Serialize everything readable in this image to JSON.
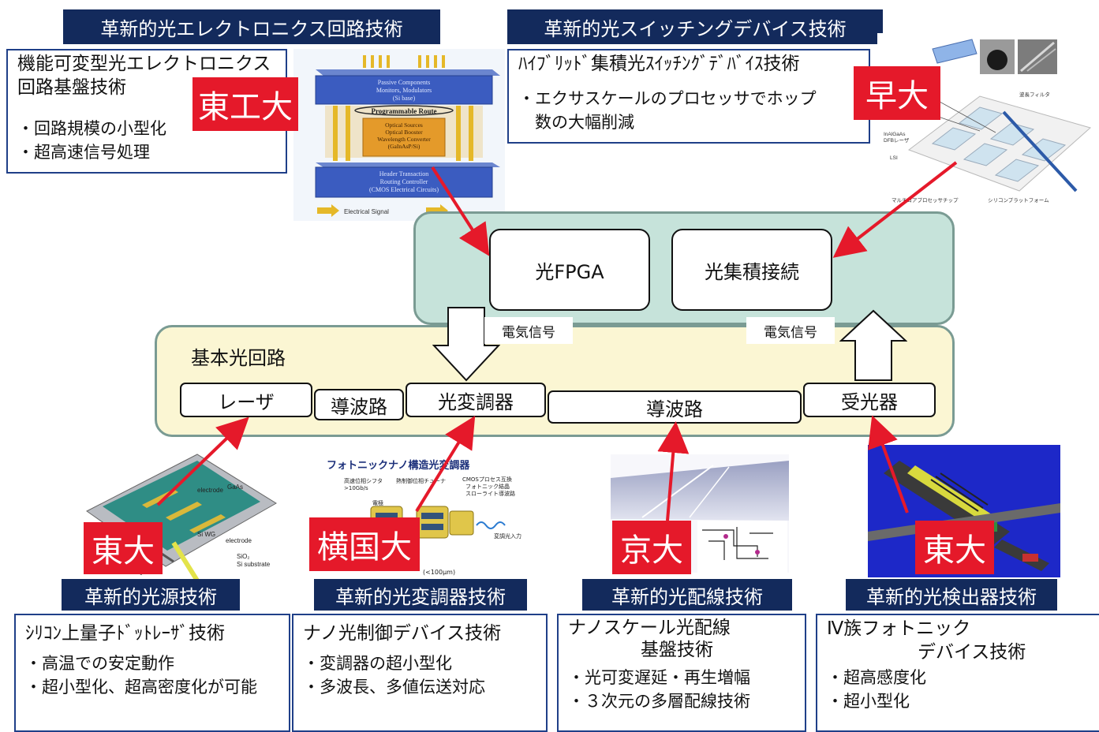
{
  "top_left": {
    "header": "革新的光エレクトロニクス回路技術",
    "title_lines": [
      "機能可変型光エレクトロニクス",
      "回路基盤技術"
    ],
    "bullets": [
      "・回路規模の小型化",
      "・超高速信号処理"
    ],
    "university": "東工大",
    "diagram": {
      "layer_top": [
        "Passive Components",
        "Monitors, Modulators",
        "(Si base)"
      ],
      "route": "Programmable Route",
      "layer_mid": [
        "Optical Sources",
        "Optical Booster",
        "Wavelength Converter",
        "(GaInAsP/Si)"
      ],
      "layer_bottom": [
        "Header Transaction",
        "Routing Controller",
        "(CMOS Electrical Circuits)"
      ],
      "legend": "Electrical Signal"
    }
  },
  "top_right": {
    "header": "革新的光スイッチングデバイス技術",
    "title": "ﾊｲﾌﾞﾘｯﾄﾞ集積光ｽｲｯﾁﾝｸﾞﾃﾞﾊﾞｲｽ技術",
    "bullets": [
      "・エクサスケールのプロセッサでホップ",
      "　数の大幅削減"
    ],
    "university": "早大",
    "diagram": {
      "labels": [
        "波長フィルタ",
        "InAlGaAs",
        "DFBレーザ",
        "LSI",
        "マルチコアプロセッサチップ",
        "シリコンプラットフォーム"
      ]
    }
  },
  "center": {
    "fpga": "光FPGA",
    "interconnect": "光集積接続",
    "signal_left": "電気信号",
    "signal_right": "電気信号",
    "base_title": "基本光回路",
    "laser": "レーザ",
    "waveguide_short": "導波路",
    "modulator": "光変調器",
    "waveguide_long": "導波路",
    "detector": "受光器"
  },
  "bottom": [
    {
      "university": "東大",
      "header": "革新的光源技術",
      "title": "ｼﾘｺﾝ上量子ﾄﾞｯﾄﾚｰｻﾞ技術",
      "bullets": [
        "・高温での安定動作",
        "・超小型化、超高密度化が可能"
      ],
      "diagram_labels": [
        "electrode",
        "GaAs",
        "electrode",
        "SiO₂",
        "Si substrate",
        "Si WG"
      ]
    },
    {
      "university": "横国大",
      "header": "革新的光変調器技術",
      "title": "ナノ光制御デバイス技術",
      "bullets": [
        "・変調器の超小型化",
        "・多波長、多値伝送対応"
      ],
      "diagram_labels": [
        "フォトニックナノ構造光変調器",
        "高速位相シフタ",
        ">10Gb/s",
        "熱制御位相チューナ",
        "CMOSプロセス互換",
        "フォトニック結晶",
        "スローライト導波路",
        "変調光入力",
        "(<100μm)",
        "電極"
      ]
    },
    {
      "university": "京大",
      "header": "革新的光配線技術",
      "title_lines": [
        "ナノスケール光配線",
        "　　　　基盤技術"
      ],
      "bullets": [
        "・光可変遅延・再生増幅",
        "・３次元の多層配線技術"
      ]
    },
    {
      "university": "東大",
      "header": "革新的光検出器技術",
      "title_lines": [
        "Ⅳ族フォトニック",
        "　　　　　デバイス技術"
      ],
      "bullets": [
        "・超高感度化",
        "・超小型化"
      ]
    }
  ],
  "colors": {
    "navy": "#132a5c",
    "red": "#e5192a",
    "green_panel": "#c6e3da",
    "yellow_panel": "#fbf6d3",
    "box_border": "#1f3f88",
    "arrow": "#e5192a"
  }
}
